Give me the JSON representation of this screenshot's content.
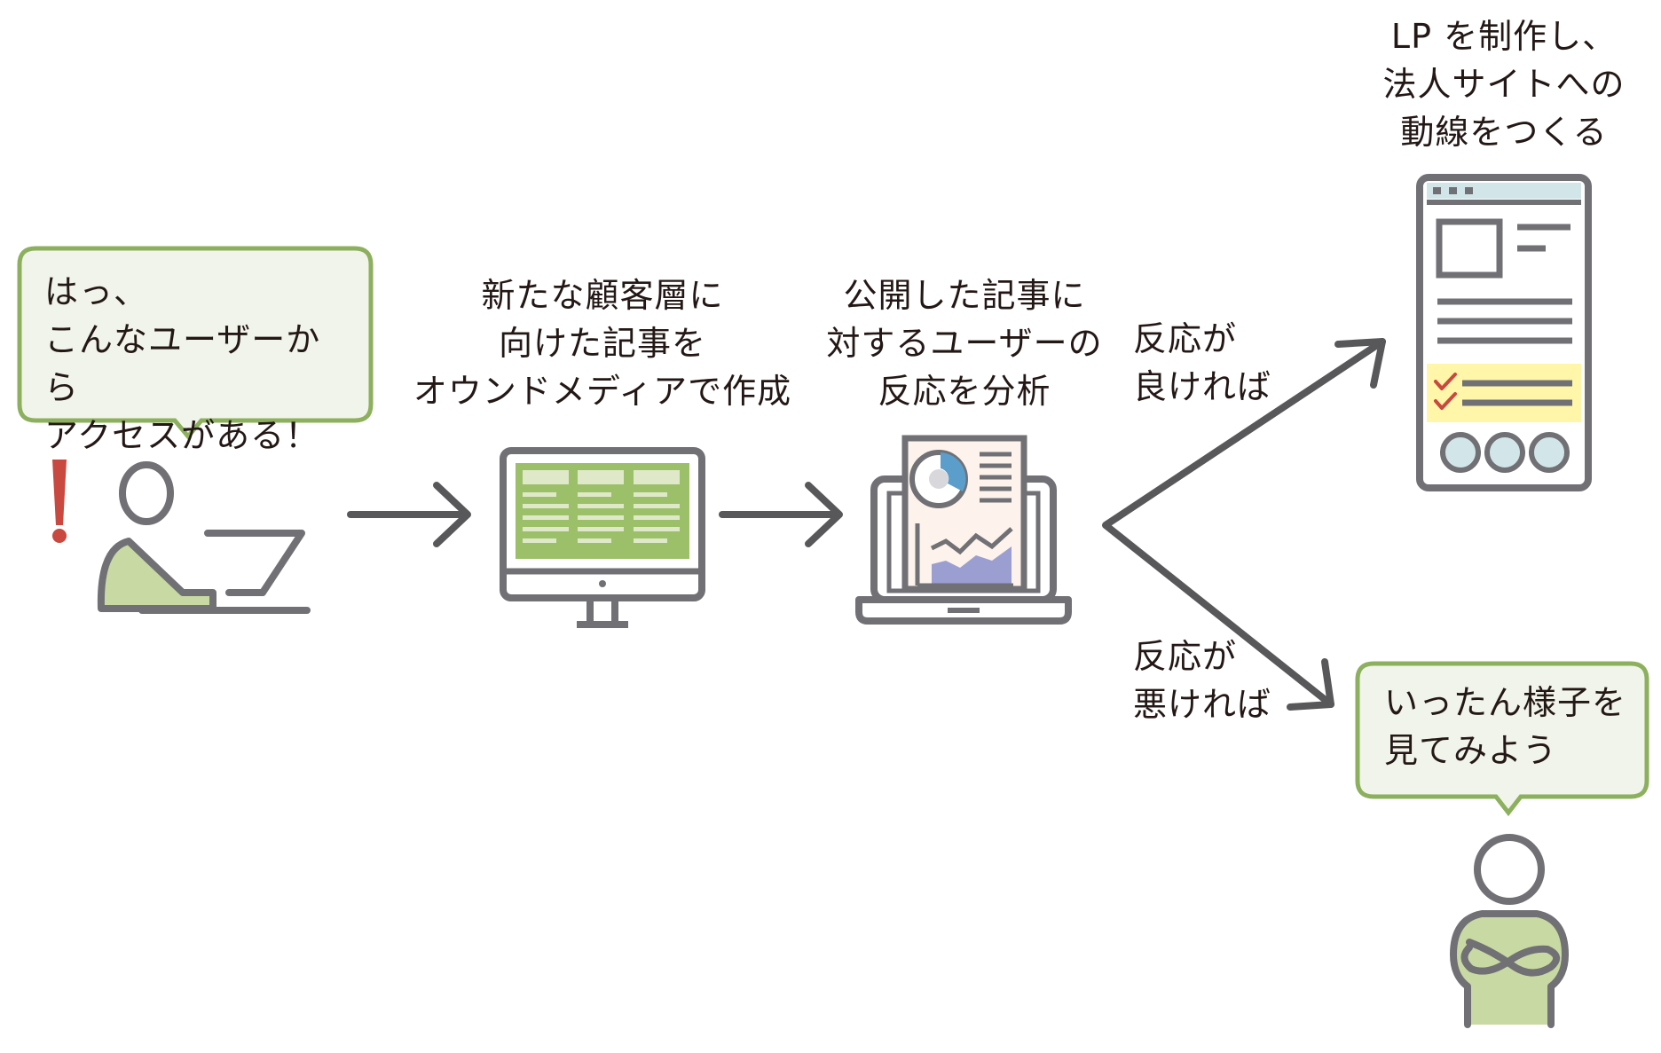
{
  "bubble_user": {
    "text": "はっ、\nこんなユーザーから\nアクセスがある！"
  },
  "step_media": {
    "label": "新たな顧客層に\n向けた記事を\nオウンドメディアで作成"
  },
  "step_analysis": {
    "label": "公開した記事に\n対するユーザーの\n反応を分析"
  },
  "branch_good": {
    "label": "反応が\n良ければ"
  },
  "branch_bad": {
    "label": "反応が\n悪ければ"
  },
  "step_lp": {
    "label": "LP を制作し、\n法人サイトへの\n動線をつくる"
  },
  "bubble_wait": {
    "text": "いったん様子を\n見てみよう"
  },
  "colors": {
    "outline": "#707075",
    "bubble_border": "#8db05e",
    "bubble_fill": "#f1f4ea",
    "accent_green": "#c8d9a3",
    "screen_green": "#9cc06a",
    "alert_red": "#c9483f",
    "yellow": "#fff6a9",
    "light_blue": "#d2e6ea",
    "chart_purple": "#9b9ed0",
    "chart_blue": "#5c9ecb",
    "arrow": "#58585a"
  }
}
